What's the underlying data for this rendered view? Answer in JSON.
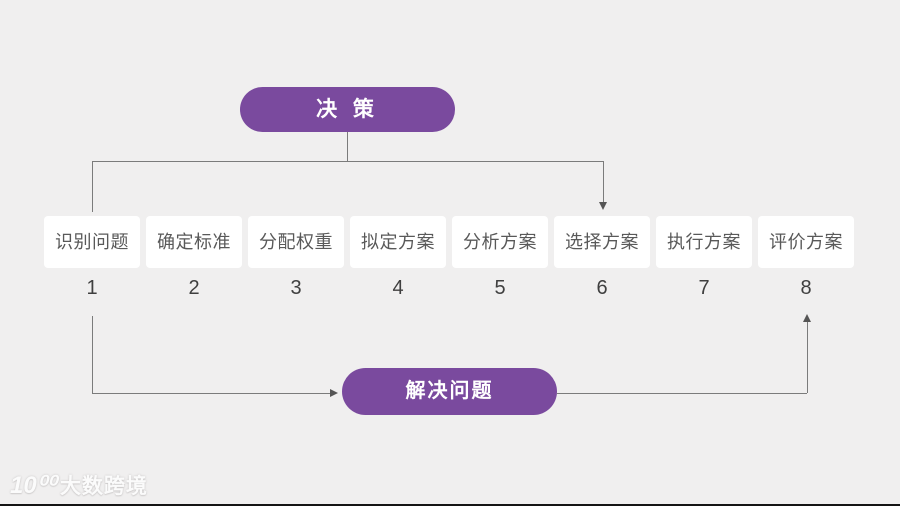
{
  "colors": {
    "accent": "#7a4a9e",
    "background": "#f0efef",
    "connector_line": "#7b7b7b",
    "box_background": "#ffffff",
    "box_text": "#595959",
    "number_text": "#3f3f3f"
  },
  "top_node": {
    "label": "决 策"
  },
  "bottom_node": {
    "label": "解决问题"
  },
  "steps": [
    {
      "label": "识别问题",
      "number": "1"
    },
    {
      "label": "确定标准",
      "number": "2"
    },
    {
      "label": "分配权重",
      "number": "3"
    },
    {
      "label": "拟定方案",
      "number": "4"
    },
    {
      "label": "分析方案",
      "number": "5"
    },
    {
      "label": "选择方案",
      "number": "6"
    },
    {
      "label": "执行方案",
      "number": "7"
    },
    {
      "label": "评价方案",
      "number": "8"
    }
  ],
  "watermark": {
    "logo": "10⁰⁰",
    "text": "大数跨境"
  }
}
